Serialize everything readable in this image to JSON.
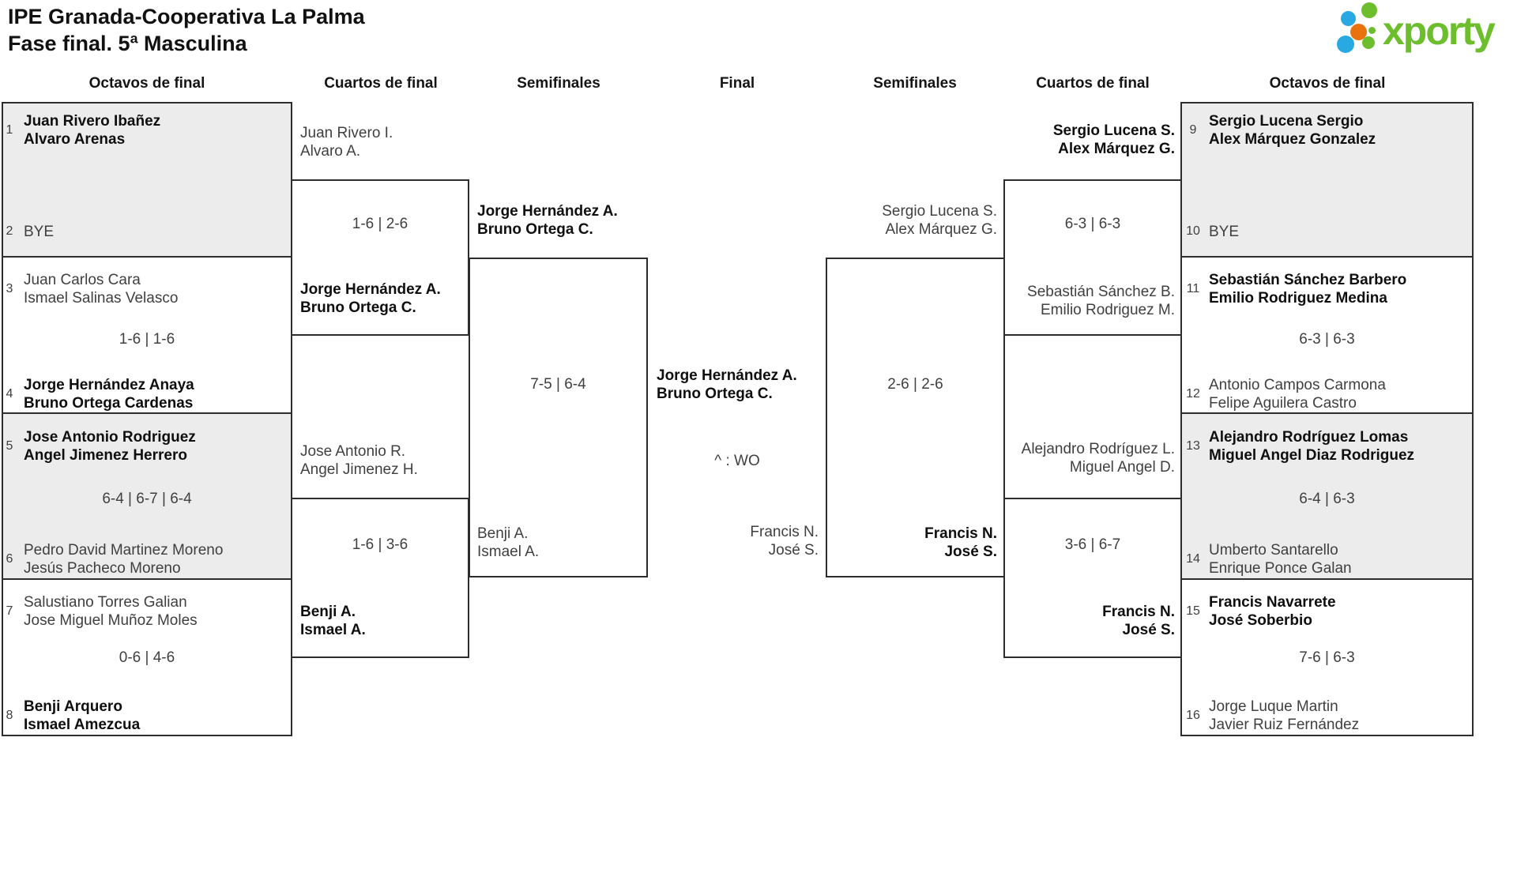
{
  "header": {
    "title_line1": "IPE Granada-Cooperativa La Palma",
    "title_line2": "Fase final. 5ª Masculina"
  },
  "logo": {
    "text": "xporty"
  },
  "colors": {
    "logo_green": "#6cbe2c",
    "logo_blue": "#29a9e1",
    "logo_orange": "#ea720e",
    "box_gray": "#ececec",
    "box_border": "#2d2d2d",
    "text_regular": "#404040",
    "text_winner": "#0f0f0f"
  },
  "rounds": {
    "r16_left": "Octavos de final",
    "qf_left": "Cuartos de final",
    "sf_left": "Semifinales",
    "final": "Final",
    "sf_right": "Semifinales",
    "qf_right": "Cuartos de final",
    "r16_right": "Octavos de final"
  },
  "r16_left": [
    {
      "seed1": "1",
      "team1": [
        "Juan Rivero Ibañez",
        "Alvaro Arenas"
      ],
      "score": "",
      "winner": "team1",
      "seed2": "2",
      "team2": [
        "BYE"
      ]
    },
    {
      "seed1": "3",
      "team1": [
        "Juan Carlos Cara",
        "Ismael Salinas Velasco"
      ],
      "score": "1-6 | 1-6",
      "winner": "team2",
      "seed2": "4",
      "team2": [
        "Jorge Hernández Anaya",
        "Bruno Ortega Cardenas"
      ]
    },
    {
      "seed1": "5",
      "team1": [
        "Jose Antonio Rodriguez",
        "Angel Jimenez Herrero"
      ],
      "score": "6-4 | 6-7 | 6-4",
      "winner": "team1",
      "seed2": "6",
      "team2": [
        "Pedro David Martinez Moreno",
        "Jesús Pacheco Moreno"
      ]
    },
    {
      "seed1": "7",
      "team1": [
        "Salustiano Torres Galian",
        "Jose Miguel Muñoz Moles"
      ],
      "score": "0-6 | 4-6",
      "winner": "team2",
      "seed2": "8",
      "team2": [
        "Benji Arquero",
        "Ismael Amezcua"
      ]
    }
  ],
  "qf_left": [
    {
      "team1": [
        "Juan Rivero I.",
        "Alvaro A."
      ],
      "score": "1-6 | 2-6",
      "winner": "team2",
      "team2": [
        "Jorge Hernández A.",
        "Bruno Ortega C."
      ]
    },
    {
      "team1": [
        "Jose Antonio R.",
        "Angel Jimenez H."
      ],
      "score": "1-6 | 3-6",
      "winner": "team2",
      "team2": [
        "Benji A.",
        "Ismael A."
      ]
    }
  ],
  "sf_left": {
    "team1": [
      "Jorge Hernández A.",
      "Bruno Ortega C."
    ],
    "score": "7-5 | 6-4",
    "winner": "team1",
    "team2": [
      "Benji A.",
      "Ismael A."
    ]
  },
  "final": {
    "champion": [
      "Jorge Hernández A.",
      "Bruno Ortega C."
    ],
    "note": "^ : WO",
    "runner_up": [
      "Francis N.",
      "José S."
    ]
  },
  "sf_right": {
    "team1": [
      "Sergio Lucena S.",
      "Alex Márquez G."
    ],
    "score": "2-6 | 2-6",
    "winner": "team2",
    "team2": [
      "Francis N.",
      "José S."
    ]
  },
  "qf_right": [
    {
      "team1": [
        "Sergio Lucena S.",
        "Alex Márquez G."
      ],
      "score": "6-3 | 6-3",
      "winner": "team1",
      "team2": [
        "Sebastián Sánchez B.",
        "Emilio Rodriguez M."
      ]
    },
    {
      "team1": [
        "Alejandro Rodríguez L.",
        "Miguel Angel D."
      ],
      "score": "3-6 | 6-7",
      "winner": "team2",
      "team2": [
        "Francis N.",
        "José S."
      ]
    }
  ],
  "r16_right": [
    {
      "seed1": "9",
      "team1": [
        "Sergio Lucena Sergio",
        "Alex Márquez Gonzalez"
      ],
      "score": "",
      "winner": "team1",
      "seed2": "10",
      "team2": [
        "BYE"
      ]
    },
    {
      "seed1": "11",
      "team1": [
        "Sebastián Sánchez Barbero",
        "Emilio Rodriguez Medina"
      ],
      "score": "6-3 | 6-3",
      "winner": "team1",
      "seed2": "12",
      "team2": [
        "Antonio Campos Carmona",
        "Felipe Aguilera Castro"
      ]
    },
    {
      "seed1": "13",
      "team1": [
        "Alejandro Rodríguez Lomas",
        "Miguel Angel Diaz Rodriguez"
      ],
      "score": "6-4 | 6-3",
      "winner": "team1",
      "seed2": "14",
      "team2": [
        "Umberto Santarello",
        "Enrique Ponce Galan"
      ]
    },
    {
      "seed1": "15",
      "team1": [
        "Francis Navarrete",
        "José Soberbio"
      ],
      "score": "7-6 | 6-3",
      "winner": "team1",
      "seed2": "16",
      "team2": [
        "Jorge Luque Martin",
        "Javier Ruiz Fernández"
      ]
    }
  ]
}
